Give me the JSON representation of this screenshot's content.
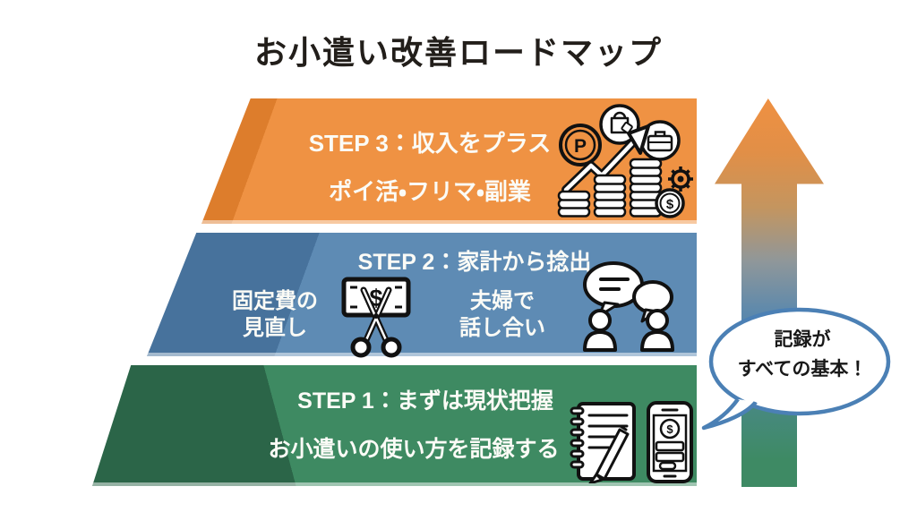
{
  "title": "お小遣い改善ロードマップ",
  "steps": [
    {
      "step": "STEP 3",
      "heading": "STEP 3：収入をプラス",
      "subtext": "ポイ活・フリマ・副業",
      "color_dark": "#dd7d2c",
      "color_light": "#ef9243",
      "icons": [
        "point-coin-icon",
        "shopping-bag-icon",
        "briefcase-icon",
        "growth-arrow-icon",
        "coin-stacks-icon",
        "gear-dollar-icon"
      ]
    },
    {
      "step": "STEP 2",
      "heading": "STEP 2：家計から捻出",
      "label_left_line1": "固定費の",
      "label_left_line2": "見直し",
      "label_right_line1": "夫婦で",
      "label_right_line2": "話し合い",
      "color_dark": "#47729c",
      "color_light": "#5e8bb4",
      "icons": [
        "scissors-banknote-icon",
        "chat-bubbles-icon",
        "couple-icon"
      ]
    },
    {
      "step": "STEP 1",
      "heading": "STEP 1：まずは現状把握",
      "subtext": "お小遣いの使い方を記録する",
      "color_dark": "#2b6548",
      "color_light": "#3e8a62",
      "icons": [
        "notebook-pen-icon",
        "smartphone-money-icon"
      ]
    }
  ],
  "arrow": {
    "direction": "up",
    "gradient_top": "#ef9042",
    "gradient_middle": "#5d89ac",
    "gradient_bottom": "#3e8a64"
  },
  "bubble": {
    "line1": "記録が",
    "line2": "すべての基本！",
    "border_color": "#4b80b5"
  },
  "icon_glyphs": {
    "point": "P",
    "dollar_coin": "$",
    "dollar_note": "$",
    "dollar_phone": "$"
  }
}
